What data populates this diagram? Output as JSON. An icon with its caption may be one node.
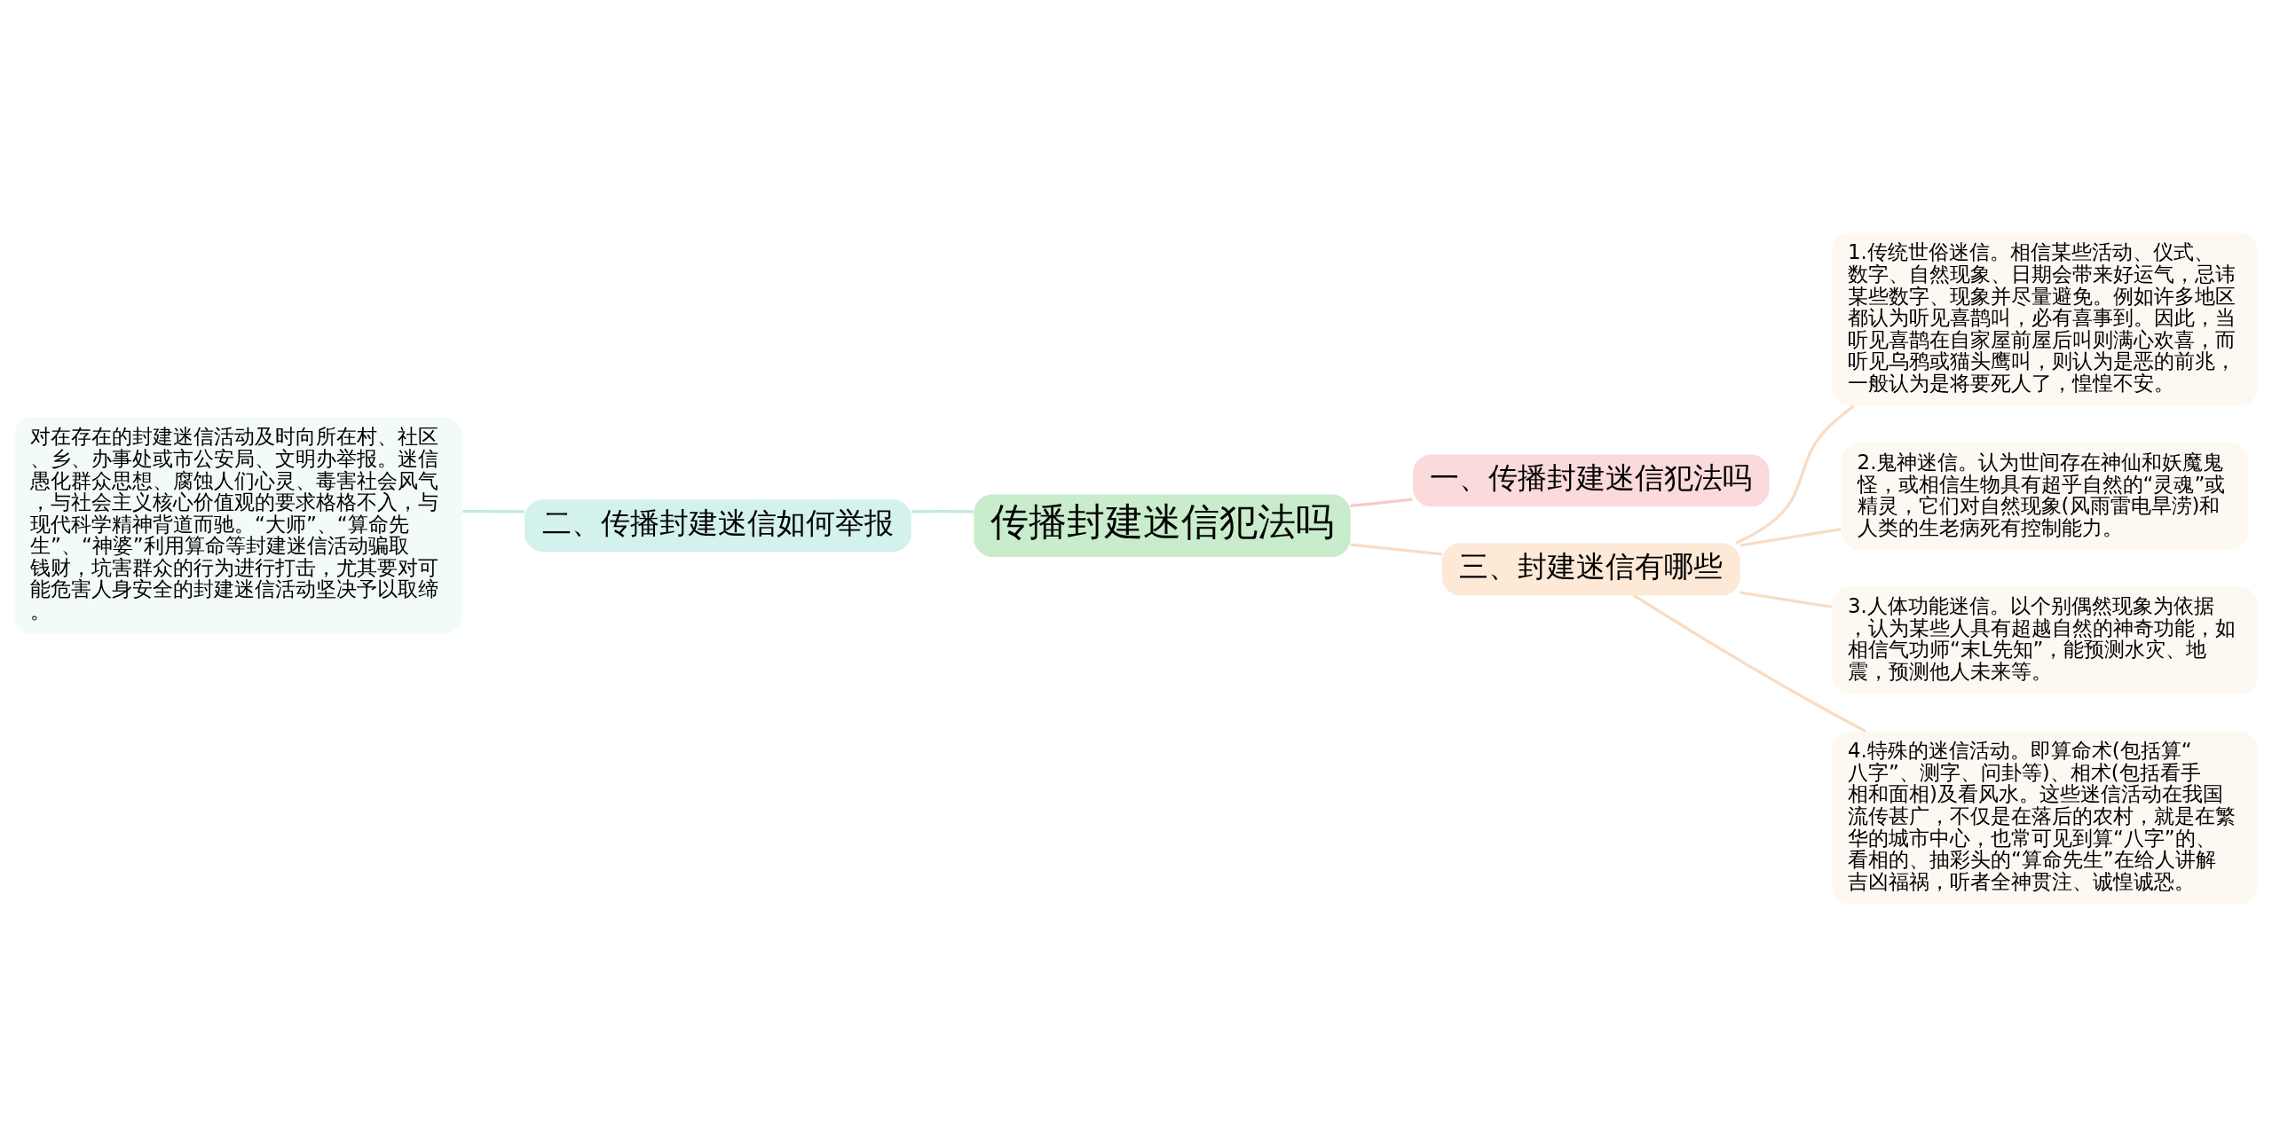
{
  "diagram": {
    "nodes": [
      {
        "text": [
          "传播封建迷信犯法吗"
        ]
      },
      {
        "text": [
          "一、传播封建迷信犯法吗"
        ]
      },
      {
        "text": [
          "三、封建迷信有哪些"
        ]
      },
      {
        "text": [
          "1.传统世俗迷信。相信某些活动、仪式、数字、自然现象、日期会带来好运气，忌讳某些数字、现象并尽量避免。例如许多地区都认为听见喜鹊叫，必有喜事到。因此，当听见喜鹊在自家屋前屋后叫则满心欢喜，而听见乌鸦或猫头鹰叫，则认为是恶的前兆，一般认为是将要死人了，惶惶不安。"
        ]
      },
      {
        "text": [
          "2.鬼神迷信。认为世间存在神仙和妖魔鬼怪，或相信生物具有超乎自然的“灵魂”或精灵，它们对自然现象(风雨雷电旱涝)和人类的生老病死有控制能力。"
        ]
      },
      {
        "text": [
          "3.人体功能迷信。以个别偶然现象为依据，认为某些人具有超越自然的神奇功能，如相信气功师“末L先知”，能预测水灾、地震，预测他人未来等。"
        ]
      },
      {
        "text": [
          "4.特殊的迷信活动。即算命术(包括算“八字”、测字、问卦等)、相术(包括看手相和面相)及看风水。这些迷信活动在我国流传甚广，不仅是在落后的农村，就是在繁华的城市中心，也常可见到算“八字”的、看相的、抽彩头的“算命先生”在给人讲解吉凶福祸，听者全神贯注、诚惶诚恐。"
        ]
      },
      {
        "text": [
          "二、传播封建迷信如何举报"
        ]
      },
      {
        "text": [
          "对在存在的封建迷信活动及时向所在村、社区、乡、办事处或市公安局、文明办举报。迷信愚化群众思想、腐蚀人们心灵、毒害社会风气，与社会主义核心价值观的要求格格不入，与现代科学精神背道而驰。“大师”、“算命先生”、“神婆”利用算命等封建迷信活动骗取钱财，坑害群众的行为进行打击，尤其要对可能危害人身安全的封建迷信活动坚决予以取缔。"
        ]
      }
    ],
    "edges": [
      {
        "from": 0,
        "to": 1,
        "arrow": "none",
        "color": "#f7c9ca"
      },
      {
        "from": 0,
        "to": 2,
        "arrow": "none"
      },
      {
        "from": 2,
        "to": 3,
        "arrow": "none"
      },
      {
        "from": 2,
        "to": 4,
        "arrow": "none"
      },
      {
        "from": 2,
        "to": 5,
        "arrow": "none"
      },
      {
        "from": 2,
        "to": 6,
        "arrow": "none"
      },
      {
        "from": 0,
        "to": 7,
        "arrow": "none",
        "color": "#bfe9e2"
      },
      {
        "from": 7,
        "to": 8,
        "arrow": "none",
        "color": "#bfe9e2"
      }
    ]
  }
}
